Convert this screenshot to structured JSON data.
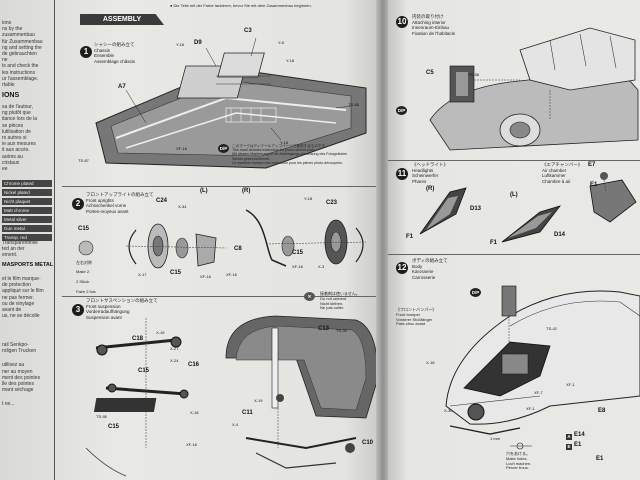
{
  "left_margin": {
    "lines_top": [
      "ions",
      "ns by the zusammenbau",
      "für Zusammenbau",
      "ng and setting the",
      "de gebrauchten",
      "ne",
      "ts and check the",
      "les instructions",
      "ur l'assemblage.",
      "rtable"
    ],
    "heading_ions": "IONS",
    "lines_mid": [
      "sa de l'autour,",
      "ng plutôt que",
      "itance lors de la",
      "se pièces",
      "lutilisation de",
      "rs autres si",
      "ie aux mesures",
      "it aux accès.",
      "autres au",
      "cristaux",
      "ee"
    ],
    "bar_items": [
      "Chrome plated",
      "Nickel plated",
      "Nicht plaquet",
      "Matt chrome",
      "Metal silver",
      "Gun metal",
      "Transp. red"
    ],
    "lines_low": [
      "Transparentfolie",
      "ted an der",
      "ement."
    ],
    "heading_metal": "MASPORTS METAL",
    "lines_low2": [
      "et le film marque-",
      "de protection",
      "appliqué sur le film",
      "ne pas fermer.",
      "ou de vinylage",
      "avant de",
      "us, ne se décolle"
    ],
    "lines_bottom": [
      "rail Senkpo-",
      "rollgen Trucken",
      "utilisez au",
      "ner au moyen",
      "ment des pointes",
      "lle des pointes",
      "mant séchage",
      "t ne..."
    ]
  },
  "assembly_banner": "ASSEMBLY",
  "top_note": "● Die Teile mit der Farbe lackieren, bevor Sie mit dem Zusammenbau beginnen.",
  "step1": {
    "number": "1",
    "title": "シャシーの組み立て\nChassis\nEnsemble\nAssemblage châssis",
    "parts": [
      "C3",
      "D9",
      "Y-16",
      "A7",
      "Y-8",
      "Y-18",
      "TS-65",
      "XF-16",
      "Y-18",
      "TS-87"
    ],
    "dip_note": "このマークはディテールアップパーツで使用するものです。\nThis mark denotes instruction for photo-etched parts.\nMit diesem Markierung ist die Anbringungs-Anweisung des Fotogeätzten\nSatzes gekennzeichnet.\nCe symbole indique une instruction pour les pièces photo-découpées."
  },
  "step2": {
    "number": "2",
    "title": "フロントアップライトの組み立て\nFront uprights\nAchsschenkel vorne\nPortes-moyeux avant",
    "left_label": "(L)",
    "right_label": "(R)",
    "parts": [
      "C24",
      "X-34",
      "C15",
      "C8",
      "XF-16",
      "C23",
      "C15",
      "Y-18",
      "XF-16",
      "X-3",
      "C15",
      "X-17",
      "XF-16"
    ],
    "paint_note": [
      "左右対称",
      "Make 2.",
      "2 Stück",
      "Faire 2 fois"
    ]
  },
  "step3": {
    "number": "3",
    "title": "フロントサスペンションの組み立て\nFront suspension\nVorderradaufhängung\nSuspension avant",
    "parts": [
      "C18",
      "X-19",
      "X-27",
      "X-24",
      "C15",
      "X-18",
      "C13",
      "TS-35",
      "C11",
      "X-19",
      "X-4",
      "C10",
      "XF-16",
      "C16",
      "TS-95",
      "C15"
    ],
    "cement_note": "接着剤は使いません。\nDo not cement.\nNicht kleben.\nNe pas coller."
  },
  "step10": {
    "number": "10",
    "title": "内装の取り付け\nAttaching interior\nInnenraum-Einbau\nFixation de l'habitacle",
    "parts": [
      "C5",
      "TS-38"
    ]
  },
  "step11": {
    "number": "11",
    "title_left": "《ヘッドライト》\nHeadlights\nScheinwerfer\nPhares",
    "title_right": "《エアチャンバー》\nAir chamber\nLuftkammer\nChambre à air",
    "parts": [
      "E7",
      "E1",
      "D13",
      "F1",
      "D14",
      "F1"
    ],
    "left_label": "(R)",
    "right_label": "(L)"
  },
  "step12": {
    "number": "12",
    "title": "ボディの組み立て\nBody\nKarosserie\nCarrosserie",
    "bumper_note": "《フロントバンパー》\nFront bumper\nVorderer Stoßfänger\nPare-choc avant",
    "hole_note": "穴をあける。\nMake holes.\nLoch machen.\nPercer trous.",
    "parts": [
      "X-18",
      "X-30",
      "XF-1",
      "TS-42",
      "XF-1",
      "XF-7",
      "E14",
      "E1",
      "E8",
      "E1"
    ],
    "size_label": "1 mm"
  }
}
